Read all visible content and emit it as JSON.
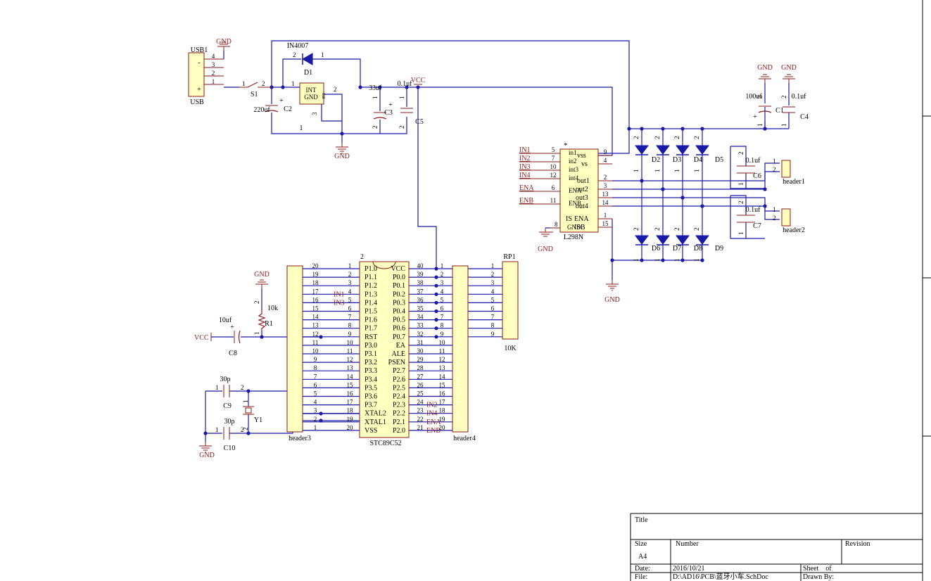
{
  "colors": {
    "wire": "#1a1aa6",
    "part": "#8b1a1a",
    "body": "#ffffc0",
    "pin": "#000000",
    "text": "#000000",
    "net": "#8b1a1a",
    "frame": "#000000"
  },
  "components": {
    "usb": {
      "ref": "USB1",
      "name": "USB",
      "pins": [
        "4",
        "3",
        "2",
        "1"
      ],
      "minus": "-",
      "plus": "+"
    },
    "s1": {
      "ref": "S1",
      "pin1": "1",
      "pin2": "2"
    },
    "c2": {
      "ref": "C2",
      "value": "220uf",
      "pin1": "1",
      "plus": "+"
    },
    "d1": {
      "ref": "D1",
      "value": "IN4007",
      "pin1": "1",
      "pin2": "2"
    },
    "reg": {
      "text1": "INT",
      "text2": "GND",
      "text3": "out",
      "pin1": "1",
      "pin2": "2",
      "pin3": "3",
      "gnd_row": "1"
    },
    "c3": {
      "ref": "C3",
      "value": "33uf",
      "pin1": "1",
      "pin2": "2",
      "plus": "+"
    },
    "c5": {
      "ref": "C5",
      "value": "0.1uf",
      "pin1": "1",
      "pin2": "2"
    },
    "c1": {
      "ref": "C1",
      "value": "100uf",
      "pin1": "1",
      "pin2": "2",
      "plus": "+"
    },
    "c4": {
      "ref": "C4",
      "value": "0.1uf"
    },
    "l298": {
      "ref": "L298N",
      "marker": "*",
      "left_pins": [
        {
          "num": "5",
          "label": "in1",
          "net": "IN1"
        },
        {
          "num": "7",
          "label": "in2",
          "net": "IN2"
        },
        {
          "num": "10",
          "label": "int3",
          "net": "IN3"
        },
        {
          "num": "12",
          "label": "int4",
          "net": "IN4"
        },
        {
          "num": "6",
          "label": "ENA",
          "net": "ENA"
        },
        {
          "num": "11",
          "label": "ENB",
          "net": "ENB"
        }
      ],
      "gnd_pin": {
        "num": "8",
        "label": "IS",
        "label2": "GND"
      },
      "right_pins": [
        {
          "num": "9",
          "label": "vss"
        },
        {
          "num": "4",
          "label": "vs"
        },
        {
          "num": "2",
          "label": "out1"
        },
        {
          "num": "3",
          "label": "out2"
        },
        {
          "num": "13",
          "label": "out3"
        },
        {
          "num": "14",
          "label": "out4"
        },
        {
          "num": "1",
          "label": "ENA"
        },
        {
          "num": "15",
          "label": "ISB"
        }
      ]
    },
    "diodes_top": [
      {
        "ref": "D2",
        "pin": "2"
      },
      {
        "ref": "D3",
        "pin": "2"
      },
      {
        "ref": "D4",
        "pin": "2"
      },
      {
        "ref": "D5",
        "pin": "2"
      }
    ],
    "diodes_bottom": [
      {
        "ref": "D6",
        "pin": "2"
      },
      {
        "ref": "D7",
        "pin": "2"
      },
      {
        "ref": "D8",
        "pin": "2"
      },
      {
        "ref": "D9",
        "pin": "2"
      }
    ],
    "c6": {
      "ref": "C6",
      "value": "0.1uf",
      "pin1": "1",
      "pin2": "2"
    },
    "c7": {
      "ref": "C7",
      "value": "0.1uf",
      "pin1": "1",
      "pin2": "2"
    },
    "header1": {
      "ref": "header1",
      "pin1": "1",
      "pin2": "2"
    },
    "header2": {
      "ref": "header2",
      "pin1": "1",
      "pin2": "2"
    },
    "mcu": {
      "ref": "STC89C52",
      "top_pin": "2",
      "left_pins": [
        {
          "num": "1",
          "label": "P1.0",
          "h3": "20",
          "net": ""
        },
        {
          "num": "2",
          "label": "P1.1",
          "h3": "19",
          "net": ""
        },
        {
          "num": "3",
          "label": "P1.2",
          "h3": "18",
          "net": ""
        },
        {
          "num": "4",
          "label": "P1.3",
          "h3": "17",
          "net": "IN1"
        },
        {
          "num": "5",
          "label": "P1.4",
          "h3": "16",
          "net": "IN3"
        },
        {
          "num": "6",
          "label": "P1.5",
          "h3": "15",
          "net": ""
        },
        {
          "num": "7",
          "label": "P1.6",
          "h3": "14",
          "net": ""
        },
        {
          "num": "8",
          "label": "P1.7",
          "h3": "13",
          "net": ""
        },
        {
          "num": "9",
          "label": "RST",
          "h3": "12",
          "net": ""
        },
        {
          "num": "10",
          "label": "P3.0",
          "h3": "11",
          "net": ""
        },
        {
          "num": "11",
          "label": "P3.1",
          "h3": "10",
          "net": ""
        },
        {
          "num": "12",
          "label": "P3.2",
          "h3": "9",
          "net": ""
        },
        {
          "num": "13",
          "label": "P3.3",
          "h3": "8",
          "net": ""
        },
        {
          "num": "14",
          "label": "P3.4",
          "h3": "7",
          "net": ""
        },
        {
          "num": "15",
          "label": "P3.5",
          "h3": "6",
          "net": ""
        },
        {
          "num": "16",
          "label": "P3.6",
          "h3": "5",
          "net": ""
        },
        {
          "num": "17",
          "label": "P3.7",
          "h3": "4",
          "net": ""
        },
        {
          "num": "18",
          "label": "XTAL2",
          "h3": "3",
          "net": ""
        },
        {
          "num": "19",
          "label": "XTAL1",
          "h3": "2",
          "net": ""
        },
        {
          "num": "20",
          "label": "VSS",
          "h3": "1",
          "net": ""
        }
      ],
      "right_pins": [
        {
          "num": "40",
          "label": "VCC",
          "h4": "1",
          "rp": "1",
          "net": ""
        },
        {
          "num": "39",
          "label": "P0.0",
          "h4": "2",
          "rp": "2",
          "net": ""
        },
        {
          "num": "38",
          "label": "P0.1",
          "h4": "3",
          "rp": "3",
          "net": ""
        },
        {
          "num": "37",
          "label": "P0.2",
          "h4": "4",
          "rp": "4",
          "net": ""
        },
        {
          "num": "36",
          "label": "P0.3",
          "h4": "5",
          "rp": "5",
          "net": ""
        },
        {
          "num": "35",
          "label": "P0.4",
          "h4": "6",
          "rp": "6",
          "net": ""
        },
        {
          "num": "34",
          "label": "P0.5",
          "h4": "7",
          "rp": "7",
          "net": ""
        },
        {
          "num": "33",
          "label": "P0.6",
          "h4": "8",
          "rp": "8",
          "net": ""
        },
        {
          "num": "32",
          "label": "P0.7",
          "h4": "9",
          "rp": "9",
          "net": ""
        },
        {
          "num": "31",
          "label": "EA",
          "h4": "10",
          "rp": "",
          "net": ""
        },
        {
          "num": "30",
          "label": "ALE",
          "h4": "11",
          "rp": "",
          "net": ""
        },
        {
          "num": "29",
          "label": "PSEN",
          "h4": "12",
          "rp": "",
          "net": ""
        },
        {
          "num": "28",
          "label": "P2.7",
          "h4": "13",
          "rp": "",
          "net": ""
        },
        {
          "num": "27",
          "label": "P2.6",
          "h4": "14",
          "rp": "",
          "net": ""
        },
        {
          "num": "26",
          "label": "P2.5",
          "h4": "15",
          "rp": "",
          "net": ""
        },
        {
          "num": "25",
          "label": "P2.4",
          "h4": "16",
          "rp": "",
          "net": ""
        },
        {
          "num": "24",
          "label": "P2.3",
          "h4": "17",
          "rp": "",
          "net": "IN2"
        },
        {
          "num": "23",
          "label": "P2.2",
          "h4": "18",
          "rp": "",
          "net": "IN4"
        },
        {
          "num": "22",
          "label": "P2.1",
          "h4": "19",
          "rp": "",
          "net": "ENA"
        },
        {
          "num": "21",
          "label": "P2.0",
          "h4": "20",
          "rp": "",
          "net": "ENB"
        }
      ]
    },
    "header3": {
      "ref": "header3"
    },
    "header4": {
      "ref": "header4"
    },
    "rp1": {
      "ref": "RP1",
      "value": "10K"
    },
    "r1": {
      "ref": "R1",
      "value": "10k",
      "pin1": "1",
      "pin2": "2"
    },
    "c8": {
      "ref": "C8",
      "value": "10uf",
      "plus": "+"
    },
    "c9": {
      "ref": "C9",
      "value": "30p",
      "pin1": "1",
      "pin2": "2"
    },
    "c10": {
      "ref": "C10",
      "value": "30p",
      "pin1": "1",
      "pin2": "2"
    },
    "y1": {
      "ref": "Y1",
      "pin1": "1",
      "pin2": "2"
    }
  },
  "power": {
    "gnd": "GND",
    "vcc": "VCC"
  },
  "title_block": {
    "title_label": "Title",
    "size_label": "Size",
    "size_value": "A4",
    "number_label": "Number",
    "revision_label": "Revision",
    "date_label": "Date:",
    "date_value": "2016/10/21",
    "sheet_label": "Sheet    of",
    "file_label": "File:",
    "file_value": "D:\\AD16\\PCB\\蓝牙小车.SchDoc",
    "drawn_label": "Drawn By:"
  }
}
